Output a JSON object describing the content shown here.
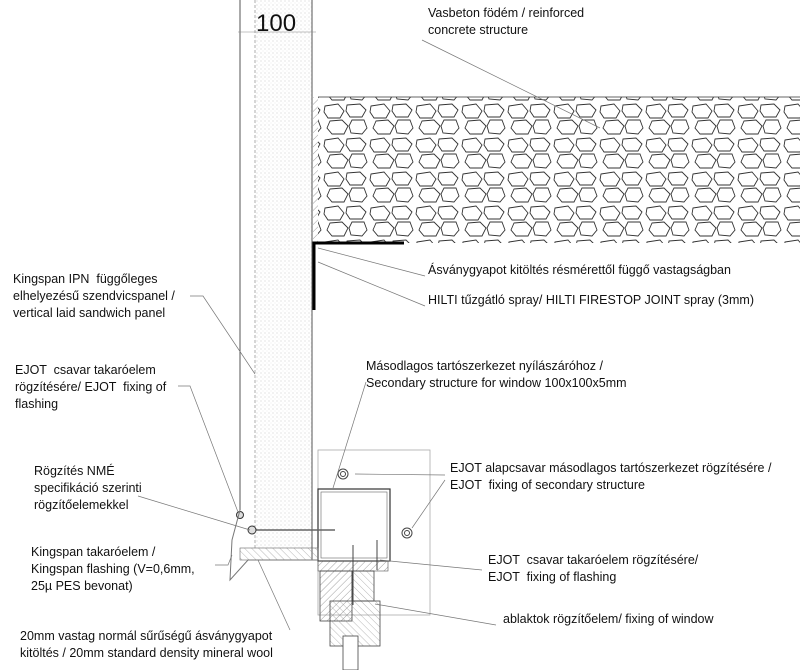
{
  "drawing": {
    "dimension": "100",
    "labels": {
      "concrete": "Vasbeton födém / reinforced\nconcrete structure",
      "mineral_fill": "Ásványgyapot kitöltés résmérettől függő vastagságban",
      "hilti": "HILTI tűzgátló spray/ HILTI FIRESTOP JOINT spray (3mm)",
      "panel": "Kingspan IPN  függőleges\nelhelyezésű szendvicspanel /\nvertical laid sandwich panel",
      "ejot_left": "EJOT  csavar takaróelem\nrögzítésére/ EJOT  fixing of\nflashing",
      "secondary": "Másodlagos tartószerkezet nyílászáróhoz /\nSecondary structure for window 100x100x5mm",
      "nme": "Rögzítés NMÉ\nspecifikáció szerinti\nrögzítőelemekkel",
      "ejot_base": "EJOT alapcsavar másodlagos tartószerkezet rögzítésére /\nEJOT  fixing of secondary structure",
      "flashing": "Kingspan takaróelem /\nKingspan flashing (V=0,6mm,\n25µ PES bevonat)",
      "ejot_right": "EJOT  csavar takaróelem rögzítésére/\nEJOT  fixing of flashing",
      "window_fix": "ablaktok rögzítőelem/ fixing of window",
      "wool": "20mm vastag normál sűrűségű ásványgyapot\nkitöltés / 20mm standard density mineral wool"
    }
  }
}
